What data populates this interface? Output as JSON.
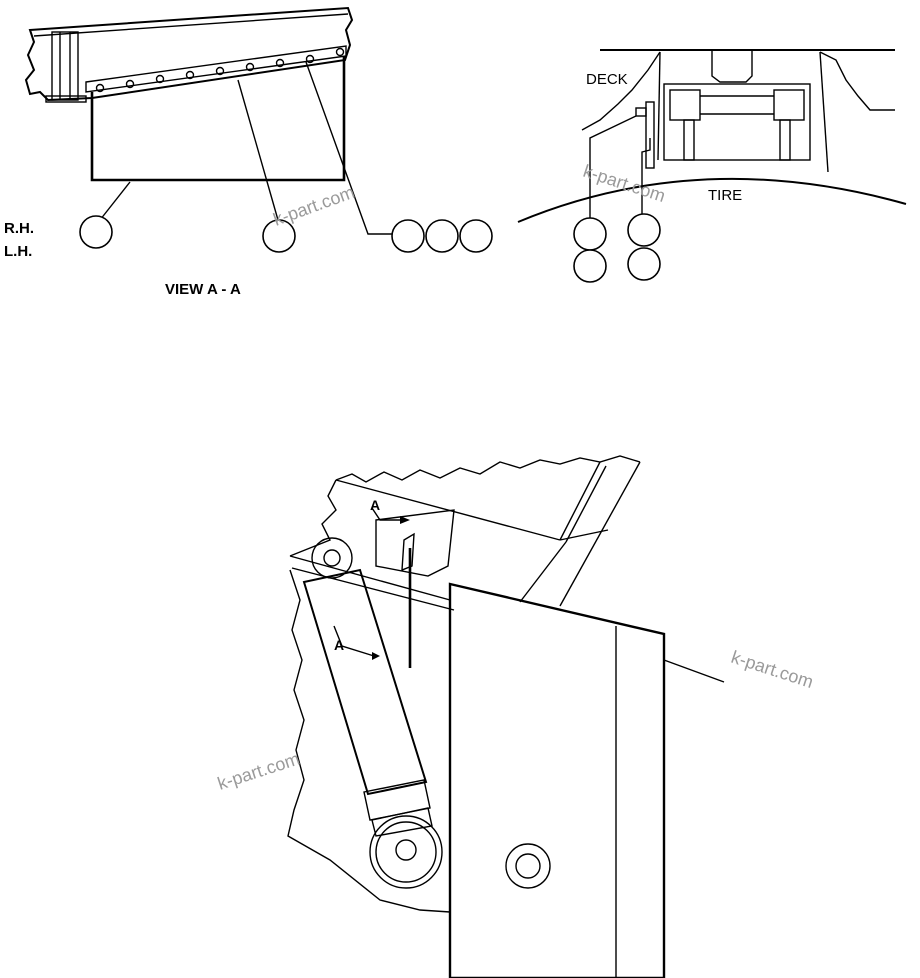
{
  "labels": {
    "rh": "R.H.",
    "lh": "L.H.",
    "view": "VIEW A - A",
    "deck": "DECK",
    "tire": "TIRE",
    "section_a_top": "A",
    "section_a_side": "A"
  },
  "watermark": "k-part.com",
  "colors": {
    "line": "#000000",
    "watermark": "#9a9a9a",
    "background": "#ffffff"
  }
}
